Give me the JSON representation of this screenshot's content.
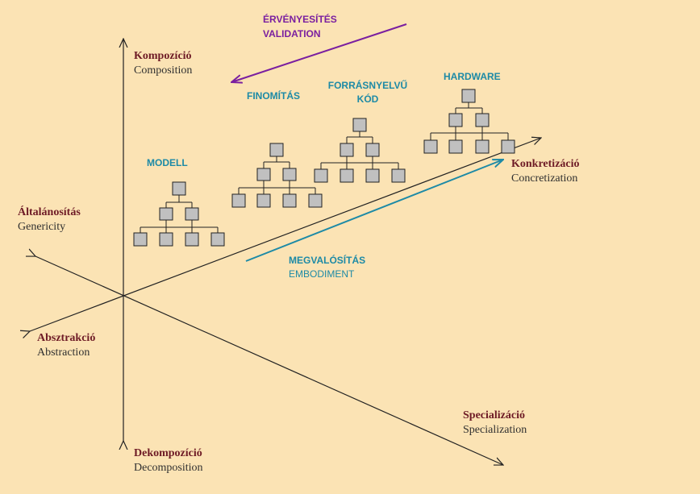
{
  "axes": {
    "top": {
      "hu": "Kompozíció",
      "en": "Composition"
    },
    "bottom": {
      "hu": "Dekompozíció",
      "en": "Decomposition"
    },
    "left": {
      "hu": "Általánosítás",
      "en": "Genericity"
    },
    "lower_left": {
      "hu": "Absztrakció",
      "en": "Abstraction"
    },
    "upper_right": {
      "hu": "Konkretizáció",
      "en": "Concretization"
    },
    "lower_right": {
      "hu": "Specializáció",
      "en": "Specialization"
    }
  },
  "validation": {
    "line1": "ÉRVÉNYESÍTÉS",
    "line2": "VALIDATION",
    "color": "#7a1fa0"
  },
  "embodiment": {
    "line1": "MEGVALÓSÍTÁS",
    "line2": "EMBODIMENT",
    "color": "#1d8aa6"
  },
  "stages": {
    "modell": "MODELL",
    "finomitas": "FINOMÍTÁS",
    "forraskod_line1": "FORRÁSNYELVŰ",
    "forraskod_line2": "KÓD",
    "hardware": "HARDWARE"
  },
  "colors": {
    "background": "#fbe3b4",
    "node_fill": "#c0c0c0",
    "axis_hu": "#6e1b26"
  }
}
